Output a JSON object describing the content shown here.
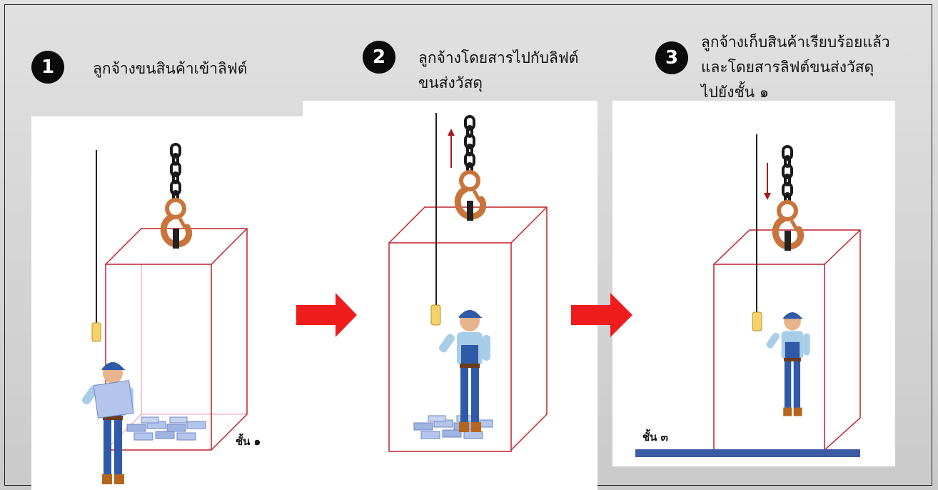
{
  "steps": [
    {
      "number": "1",
      "text": "ลูกจ้างขนสินค้าเข้าลิฟต์"
    },
    {
      "number": "2",
      "text_lines": [
        "ลูกจ้างโดยสารไปกับลิฟต์",
        "ขนส่งวัสดุ"
      ]
    },
    {
      "number": "3",
      "text_lines": [
        "ลูกจ้างเก็บสินค้าเรียบร้อยแล้ว",
        "และโดยสารลิฟต์ขนส่งวัสดุ",
        "ไปยังชั้น ๑"
      ]
    }
  ],
  "floor_labels": {
    "panel1": "ชั้น ๑",
    "panel3": "ชั้น ๓"
  },
  "colors": {
    "arrow": "#ee1c1c",
    "cage": "#c0202a",
    "floor": "#3b5ba5",
    "badge": "#0b0b0b"
  },
  "icons": [
    "chain-hook-icon",
    "worker-icon",
    "boxes-icon",
    "pendant-control-icon",
    "right-arrow-icon",
    "up-arrow-icon",
    "down-arrow-icon"
  ]
}
